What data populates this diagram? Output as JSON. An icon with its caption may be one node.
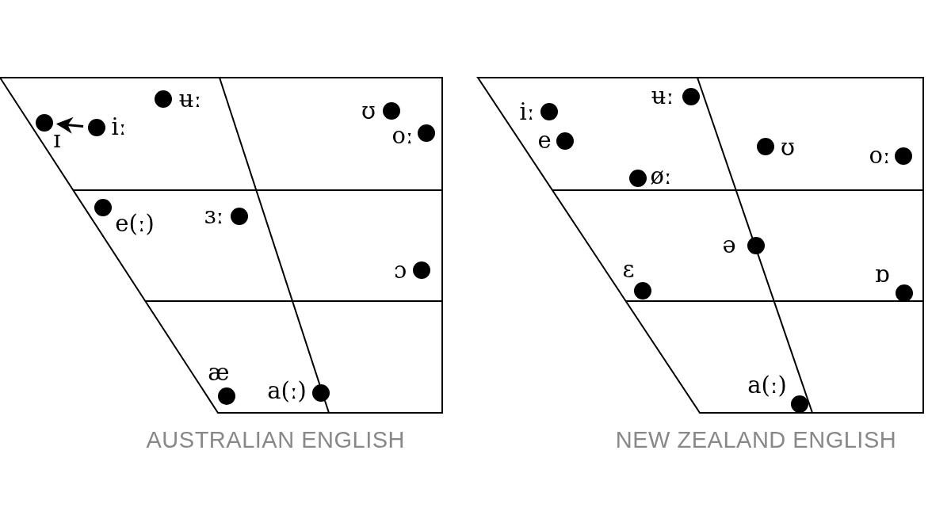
{
  "diagram": {
    "nodes": [
      {
        "text": [
          "AUSTRALIAN ENGLISH"
        ]
      },
      {
        "text": [
          "ɪ"
        ],
        "in": 0
      },
      {
        "text": [
          "iː"
        ],
        "in": 0
      },
      {
        "text": [
          "ʉː"
        ],
        "in": 0
      },
      {
        "text": [
          "ʊ"
        ],
        "in": 0
      },
      {
        "text": [
          "oː"
        ],
        "in": 0
      },
      {
        "text": [
          "e(ː)"
        ],
        "in": 0
      },
      {
        "text": [
          "ɜː"
        ],
        "in": 0
      },
      {
        "text": [
          "ɔ"
        ],
        "in": 0
      },
      {
        "text": [
          "æ"
        ],
        "in": 0
      },
      {
        "text": [
          "a(ː)"
        ],
        "in": 0
      },
      {
        "text": [
          "NEW ZEALAND ENGLISH"
        ]
      },
      {
        "text": [
          "iː"
        ],
        "in": 11
      },
      {
        "text": [
          "e"
        ],
        "in": 11
      },
      {
        "text": [
          "ʉː"
        ],
        "in": 11
      },
      {
        "text": [
          "øː"
        ],
        "in": 11
      },
      {
        "text": [
          "ʊ"
        ],
        "in": 11
      },
      {
        "text": [
          "oː"
        ],
        "in": 11
      },
      {
        "text": [
          "ə"
        ],
        "in": 11
      },
      {
        "text": [
          "ɛ"
        ],
        "in": 11
      },
      {
        "text": [
          "ɒ"
        ],
        "in": 11
      },
      {
        "text": [
          "a(ː)"
        ],
        "in": 11
      }
    ],
    "edges": [
      {
        "from": 2,
        "to": 1,
        "arrow": "to"
      }
    ]
  }
}
